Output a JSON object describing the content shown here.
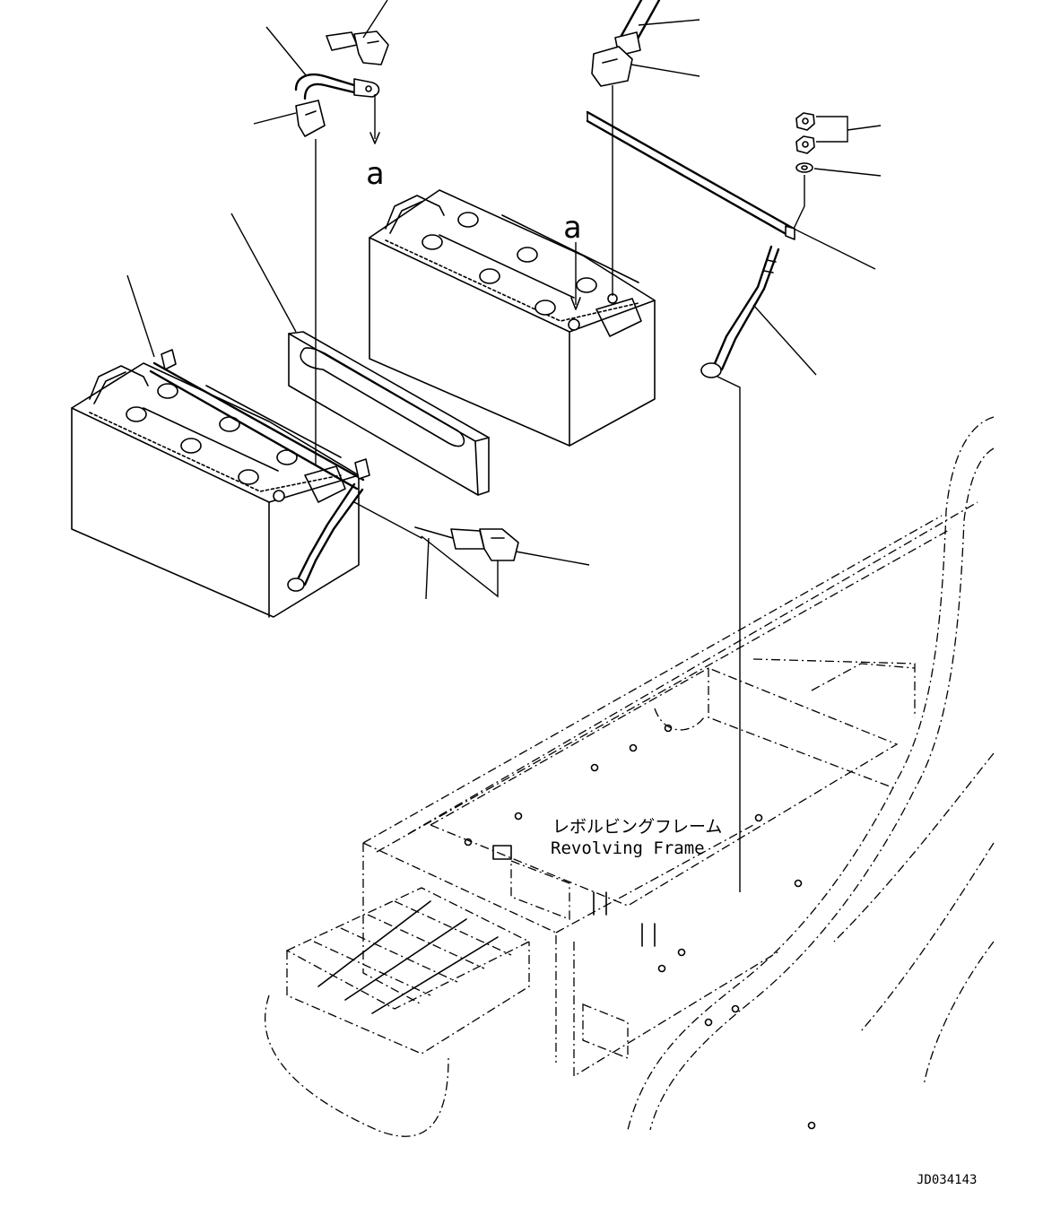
{
  "callouts": {
    "terminal_a_left": "a",
    "terminal_a_right": "a"
  },
  "frame_label": {
    "japanese": "レボルビングフレーム",
    "english": "Revolving Frame"
  },
  "drawing_number": "JD034143"
}
